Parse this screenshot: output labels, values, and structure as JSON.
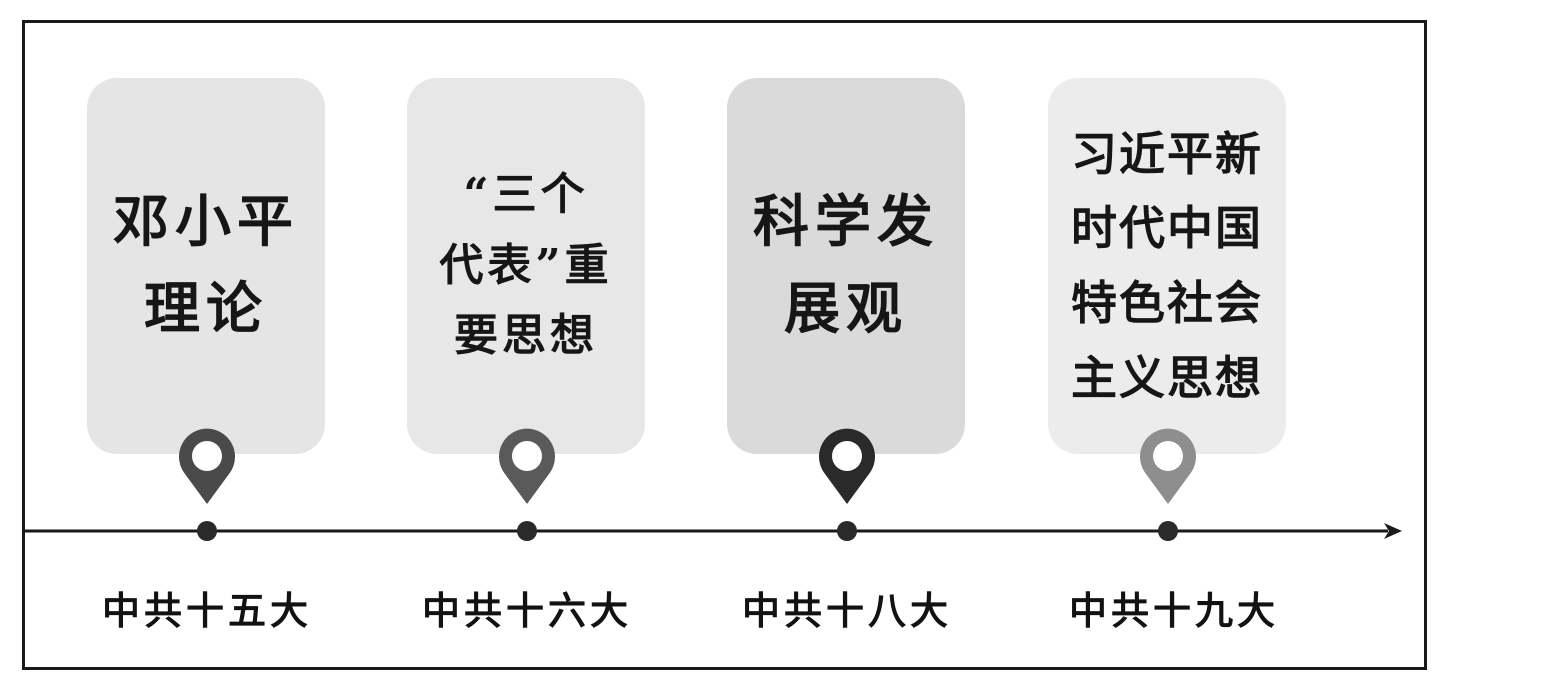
{
  "timeline": {
    "stages": [
      {
        "theory": "邓小平\n理论",
        "congress": "中共十五大",
        "card_color": "#e5e5e5",
        "pin_color": "#4a4a4a"
      },
      {
        "theory": "“三个\n代表”重\n要思想",
        "congress": "中共十六大",
        "card_color": "#e7e7e7",
        "pin_color": "#5a5a5a"
      },
      {
        "theory": "科学发\n展观",
        "congress": "中共十八大",
        "card_color": "#dadada",
        "pin_color": "#2a2a2a"
      },
      {
        "theory": "习近平新\n时代中国\n特色社会\n主义思想",
        "congress": "中共十九大",
        "card_color": "#ececec",
        "pin_color": "#8e8e8e"
      }
    ]
  }
}
